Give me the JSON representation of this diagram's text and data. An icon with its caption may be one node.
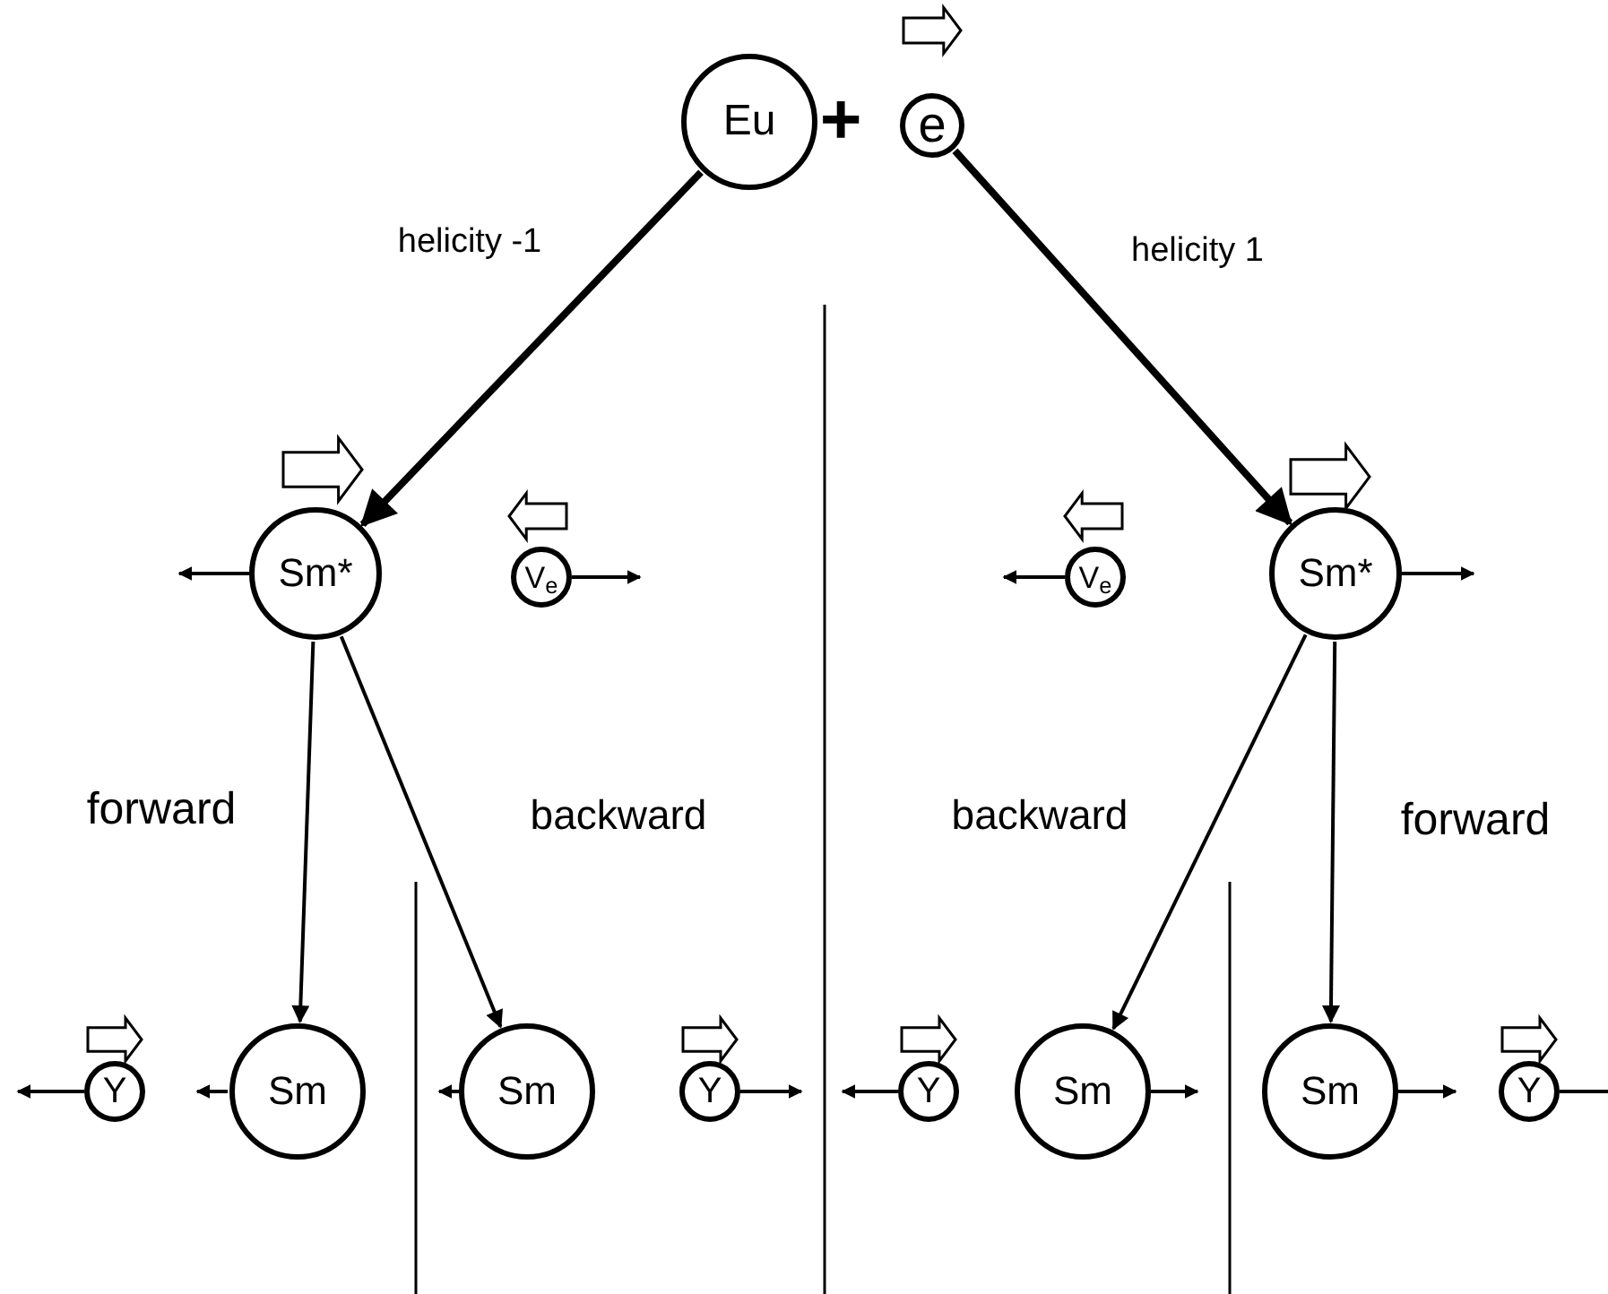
{
  "diagram": {
    "nodes": [
      {
        "text": [
          "Eu"
        ]
      },
      {
        "text": [
          "e"
        ]
      },
      {
        "text": [
          "Sm*"
        ]
      },
      {
        "text": [
          "V$_{e}$"
        ]
      },
      {
        "text": [
          "V$_{e}$"
        ]
      },
      {
        "text": [
          "Sm*"
        ]
      },
      {
        "text": [
          "Y"
        ]
      },
      {
        "text": [
          "Sm"
        ]
      },
      {
        "text": [
          "Sm"
        ]
      },
      {
        "text": [
          "Y"
        ]
      },
      {
        "text": [
          "Y"
        ]
      },
      {
        "text": [
          "Sm"
        ]
      },
      {
        "text": [
          "Sm"
        ]
      },
      {
        "text": [
          "Y"
        ]
      }
    ],
    "edges": [
      {
        "from": 0,
        "to": 2,
        "arrow": "to",
        "label": "helicity -1",
        "style": "thick"
      },
      {
        "from": 1,
        "to": 5,
        "arrow": "to",
        "label": "helicity 1",
        "style": "thick"
      },
      {
        "from": 2,
        "to": 7,
        "arrow": "to",
        "label": "forward"
      },
      {
        "from": 2,
        "to": 8,
        "arrow": "to",
        "label": "backward"
      },
      {
        "from": 5,
        "to": 11,
        "arrow": "to",
        "label": "backward"
      },
      {
        "from": 5,
        "to": 12,
        "arrow": "to",
        "label": "forward"
      }
    ],
    "labels": [
      "+"
    ]
  }
}
